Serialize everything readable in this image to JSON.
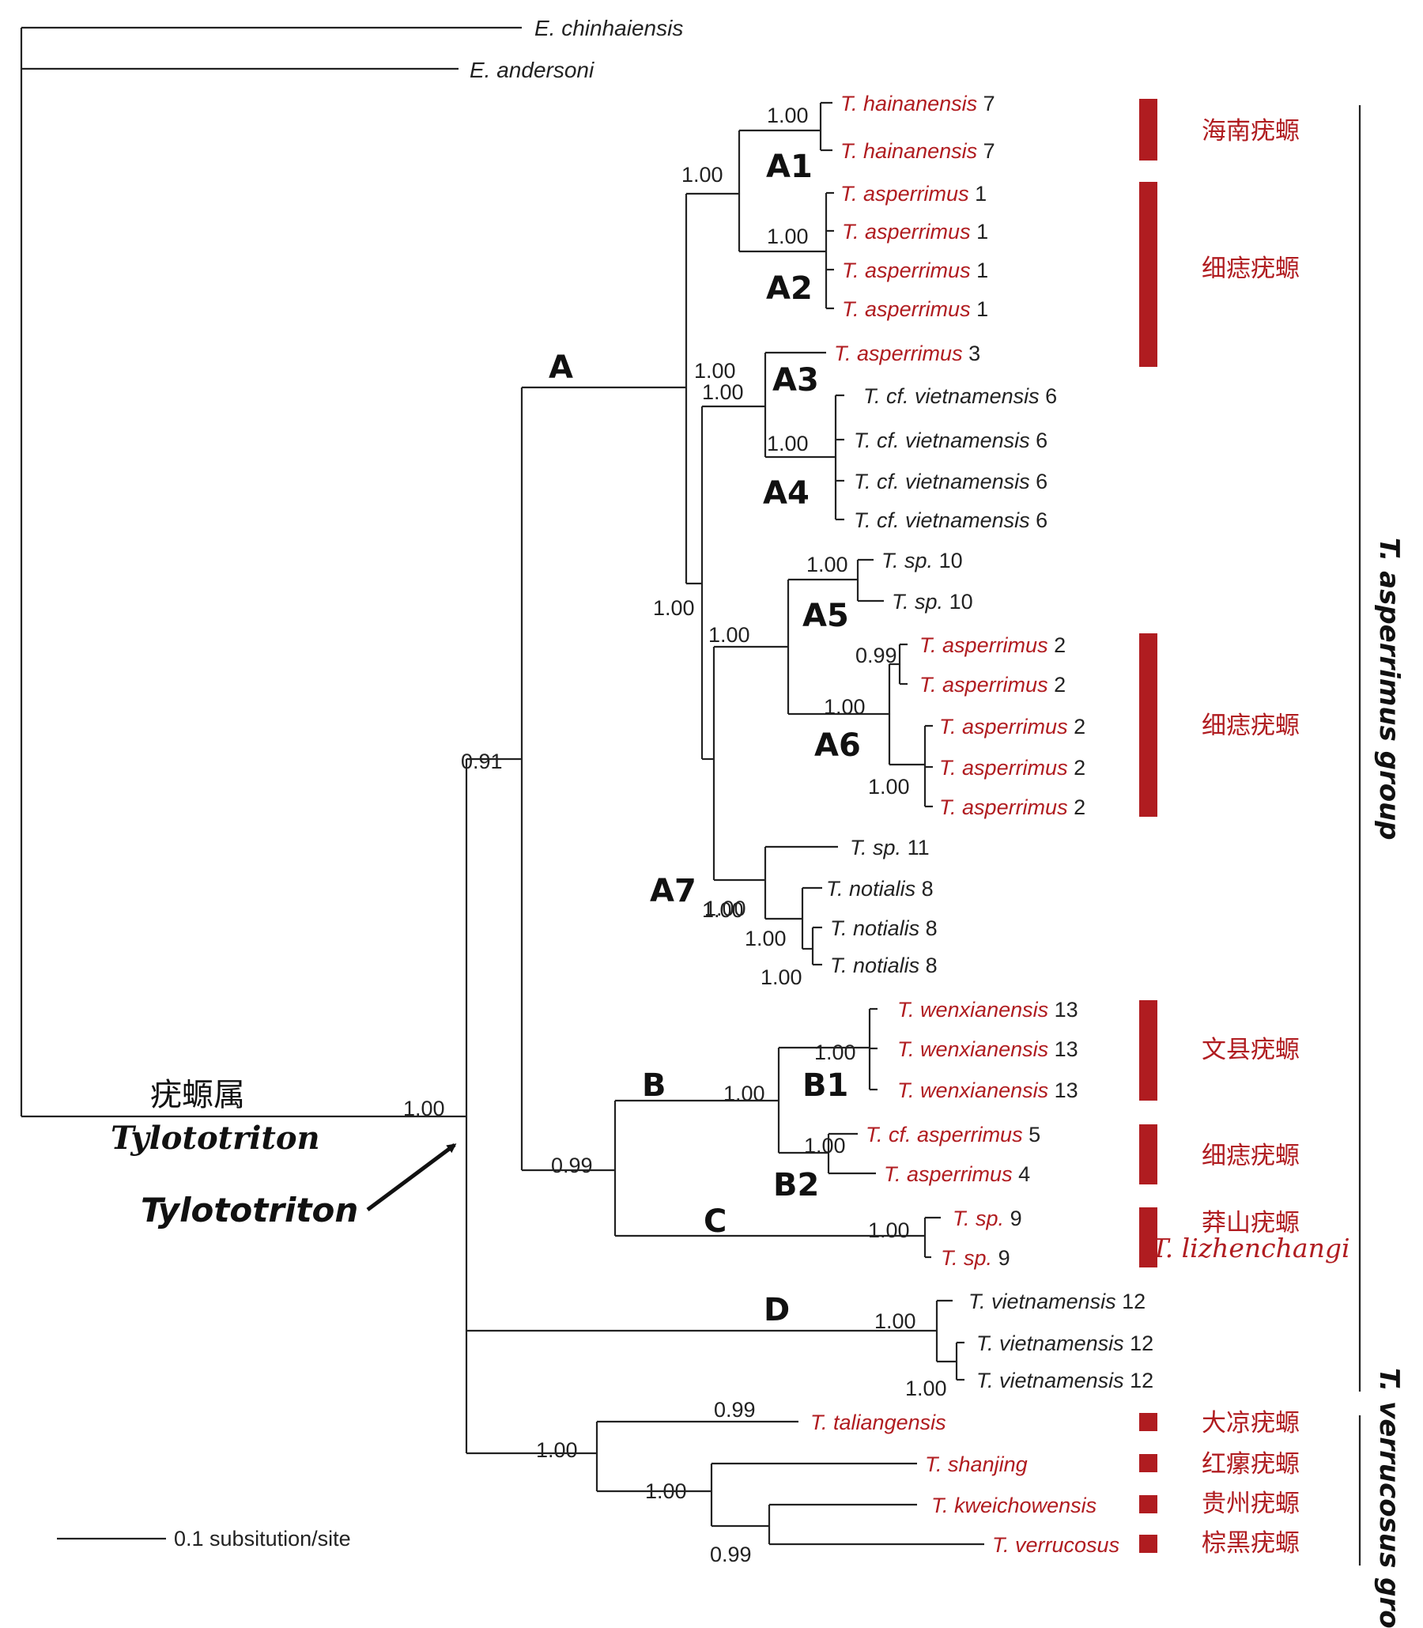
{
  "colors": {
    "red": "#b01c20",
    "black": "#222222"
  },
  "outgroups": [
    "E. chinhaiensis",
    "E. andersoni"
  ],
  "tips": [
    {
      "genus": "T.",
      "species": "hainanensis",
      "num": "7",
      "red": true
    },
    {
      "genus": "T.",
      "species": "hainanensis",
      "num": "7",
      "red": true
    },
    {
      "genus": "T.",
      "species": "asperrimus",
      "num": "1",
      "red": true
    },
    {
      "genus": "T.",
      "species": "asperrimus",
      "num": "1",
      "red": true
    },
    {
      "genus": "T.",
      "species": "asperrimus",
      "num": "1",
      "red": true
    },
    {
      "genus": "T.",
      "species": "asperrimus",
      "num": "1",
      "red": true
    },
    {
      "genus": "T.",
      "species": "asperrimus",
      "num": "3",
      "red": true
    },
    {
      "genus": "T.",
      "species": "cf. vietnamensis",
      "num": "6",
      "red": false
    },
    {
      "genus": "T.",
      "species": "cf. vietnamensis",
      "num": "6",
      "red": false
    },
    {
      "genus": "T.",
      "species": "cf. vietnamensis",
      "num": "6",
      "red": false
    },
    {
      "genus": "T.",
      "species": "cf. vietnamensis",
      "num": "6",
      "red": false
    },
    {
      "genus": "T.",
      "species": "sp.",
      "num": "10",
      "red": false
    },
    {
      "genus": "T.",
      "species": "sp.",
      "num": "10",
      "red": false
    },
    {
      "genus": "T.",
      "species": "asperrimus",
      "num": "2",
      "red": true
    },
    {
      "genus": "T.",
      "species": "asperrimus",
      "num": "2",
      "red": true
    },
    {
      "genus": "T.",
      "species": "asperrimus",
      "num": "2",
      "red": true
    },
    {
      "genus": "T.",
      "species": "asperrimus",
      "num": "2",
      "red": true
    },
    {
      "genus": "T.",
      "species": "asperrimus",
      "num": "2",
      "red": true
    },
    {
      "genus": "T.",
      "species": "sp.",
      "num": "11",
      "red": false
    },
    {
      "genus": "T.",
      "species": "notialis",
      "num": "8",
      "red": false
    },
    {
      "genus": "T.",
      "species": "notialis",
      "num": "8",
      "red": false
    },
    {
      "genus": "T.",
      "species": "notialis",
      "num": "8",
      "red": false
    },
    {
      "genus": "T.",
      "species": "wenxianensis",
      "num": "13",
      "red": true
    },
    {
      "genus": "T.",
      "species": "wenxianensis",
      "num": "13",
      "red": true
    },
    {
      "genus": "T.",
      "species": "wenxianensis",
      "num": "13",
      "red": true
    },
    {
      "genus": "T.",
      "species": "cf. asperrimus",
      "num": "5",
      "red": true
    },
    {
      "genus": "T.",
      "species": "asperrimus",
      "num": "4",
      "red": true
    },
    {
      "genus": "T.",
      "species": "sp.",
      "num": "9",
      "red": true
    },
    {
      "genus": "T.",
      "species": "sp.",
      "num": "9",
      "red": true
    },
    {
      "genus": "T.",
      "species": "vietnamensis",
      "num": "12",
      "red": false
    },
    {
      "genus": "T.",
      "species": "vietnamensis",
      "num": "12",
      "red": false
    },
    {
      "genus": "T.",
      "species": "vietnamensis",
      "num": "12",
      "red": false
    },
    {
      "genus": "T.",
      "species": "taliangensis",
      "num": "",
      "red": true
    },
    {
      "genus": "T.",
      "species": "shanjing",
      "num": "",
      "red": true
    },
    {
      "genus": "T.",
      "species": "kweichowensis",
      "num": "",
      "red": true
    },
    {
      "genus": "T.",
      "species": "verrucosus",
      "num": "",
      "red": true
    }
  ],
  "support": [
    "1.00",
    "1.00",
    "1.00",
    "1.00",
    "1.00",
    "1.00",
    "1.00",
    "1.00",
    "1.00",
    "0.99",
    "1.00",
    "1.00",
    "1.00",
    "1.00",
    "1.00",
    "0.99",
    "0.91",
    "1.00",
    "1.00",
    "1.00",
    "1.00",
    "1.00",
    "1.00",
    "1.00",
    "0.99",
    "1.00",
    "1.00",
    "0.99",
    "1.00"
  ],
  "clades": [
    "A",
    "A1",
    "A2",
    "A3",
    "A4",
    "A5",
    "A6",
    "A7",
    "B",
    "B1",
    "B2",
    "C",
    "D"
  ],
  "chinese_names": [
    "海南疣螈",
    "细痣疣螈",
    "细痣疣螈",
    "文县疣螈",
    "细痣疣螈",
    "莽山疣螈",
    "大凉疣螈",
    "红瘰疣螈",
    "贵州疣螈",
    "棕黑疣螈"
  ],
  "lizhenchangi": "T. lizhenchangi",
  "groups": [
    "T. asperrimus group",
    "T. verrucosus group"
  ],
  "genus_cn": "疣螈属",
  "genus_latin": "Tylototriton",
  "arrow_label": "Tylototriton",
  "scale_label": "0.1 subsitution/site"
}
